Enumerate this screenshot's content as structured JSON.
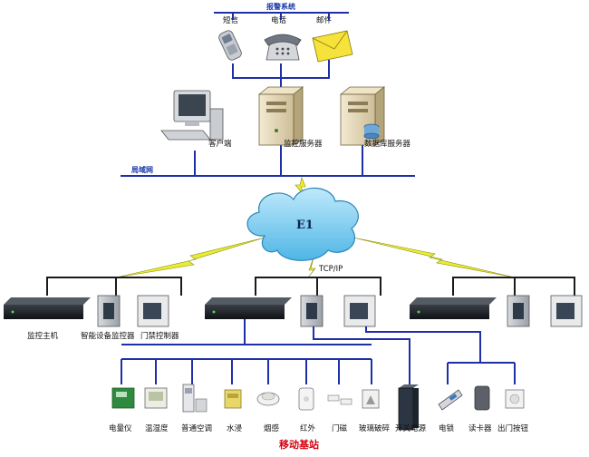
{
  "alarm_system": {
    "title": "报警系统",
    "sms": "短信",
    "phone": "电话",
    "email": "邮件"
  },
  "lan": {
    "label": "局域网",
    "client": "客户端",
    "monitor_server": "监控服务器",
    "db_server": "数据库服务器"
  },
  "cloud": {
    "label": "E1"
  },
  "link": {
    "label": "TCP/IP"
  },
  "station_row": {
    "host": "监控主机",
    "smart_monitor": "智能设备监控器",
    "door_controller": "门禁控制器"
  },
  "sensors": [
    "电量仪",
    "温湿度",
    "普通空调",
    "水浸",
    "烟感",
    "红外",
    "门磁",
    "玻璃破碎",
    "开关电源"
  ],
  "access": [
    "电锁",
    "读卡器",
    "出门按钮"
  ],
  "footer": {
    "title": "移动基站"
  }
}
